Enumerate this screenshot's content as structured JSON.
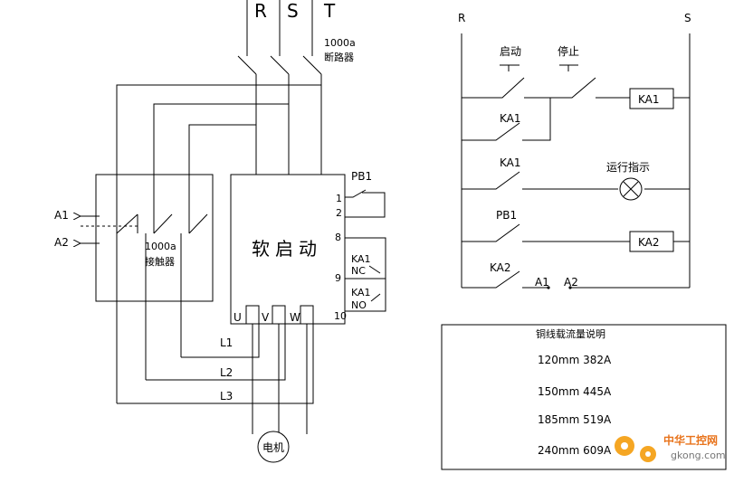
{
  "left_diagram": {
    "phases": [
      "R",
      "S",
      "T"
    ],
    "breaker": {
      "rating": "1000a",
      "name": "断路器"
    },
    "contactor": {
      "rating": "1000a",
      "name": "接触器"
    },
    "contactor_terminals": [
      "A1",
      "A2"
    ],
    "soft_starter": {
      "title": "软启动",
      "terminals": [
        "1",
        "2",
        "8",
        "9",
        "10"
      ],
      "outputs": [
        "U",
        "V",
        "W"
      ]
    },
    "pb1": "PB1",
    "ka1_nc": {
      "name": "KA1",
      "contact": "NC"
    },
    "ka1_no": {
      "name": "KA1",
      "contact": "NO"
    },
    "lines": [
      "L1",
      "L2",
      "L3"
    ],
    "motor": "电机"
  },
  "right_diagram": {
    "rail_left": "R",
    "rail_right": "S",
    "start_btn": "启动",
    "stop_btn": "停止",
    "contacts": [
      "KA1",
      "KA1",
      "PB1",
      "KA2"
    ],
    "coils": [
      "KA1",
      "KA2"
    ],
    "run_indicator": "运行指示",
    "out_terminals": [
      "A1",
      "A2"
    ]
  },
  "cable_table": {
    "title": "铜线载流量说明",
    "rows": [
      "120mm 382A",
      "150mm 445A",
      "185mm 519A",
      "240mm 609A"
    ]
  },
  "watermark": {
    "name": "中华工控网",
    "site": "gkong.com"
  }
}
